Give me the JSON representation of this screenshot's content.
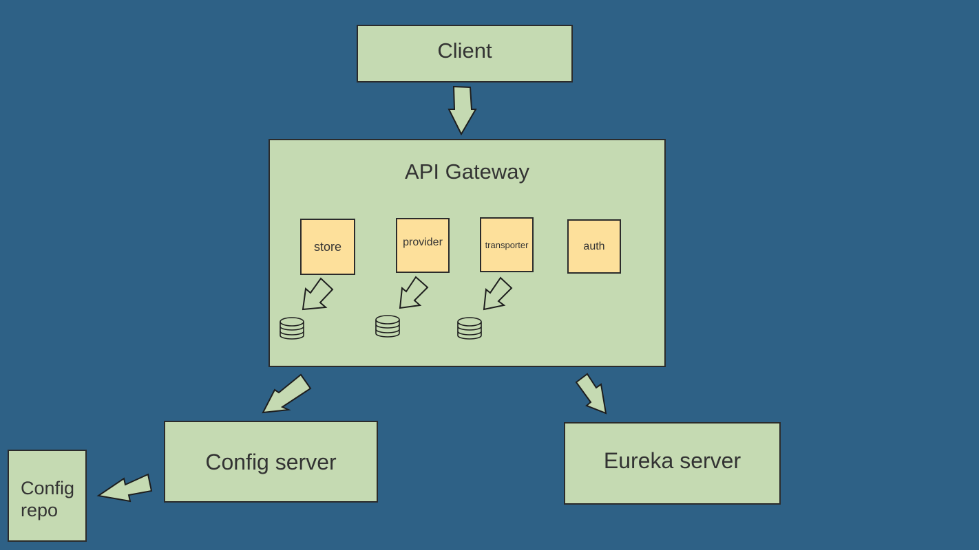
{
  "nodes": {
    "client": "Client",
    "api_gateway": "API Gateway",
    "config_server": "Config server",
    "eureka_server": "Eureka server",
    "config_repo": "Config repo"
  },
  "services": [
    "store",
    "provider",
    "transporter",
    "auth"
  ],
  "icons": {
    "arrow": "block-arrow-icon",
    "database": "database-icon"
  },
  "colors": {
    "background": "#2e6186",
    "node_fill": "#c5dab2",
    "service_fill": "#fde09b",
    "border": "#2b2b2b"
  }
}
